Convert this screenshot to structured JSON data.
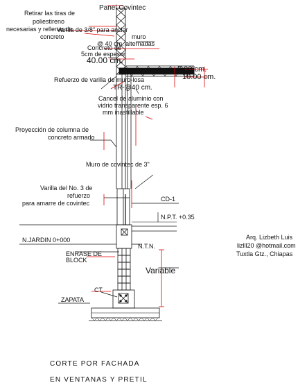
{
  "labels": {
    "panel_covintec": "Panel Covintec",
    "retirar_1": "Retirar las tiras de",
    "retirar_2": "poliestireno",
    "retirar_3": "necesarias y rellenar de",
    "retirar_4": "concreto",
    "varilla_anclar_1": "Varilla de 3/8\" para anclar",
    "varilla_anclar_2": "muro",
    "varilla_anclar_3": "@ 40 cm. alternadas",
    "concreto_1": "Concreto de",
    "concreto_2": "5cm de espesor",
    "dim_40": "40.00 cm.",
    "dim_5": "5.00 cm.",
    "dim_10": "10.00 cm.",
    "refuerzo_losa_1": "Refuerzo de varilla de muro-losa",
    "refuerzo_losa_2": "TR-@40 cm.",
    "cancel_1": "Cancel de aluminio con",
    "cancel_2": "vidrio transparente esp. 6",
    "cancel_3": "mm inastillable",
    "proyeccion_1": "Proyección de columna de",
    "proyeccion_2": "concreto armado",
    "muro_covintec": "Muro de covintec de 3\"",
    "varilla_no3_1": "Varilla del No. 3 de",
    "varilla_no3_2": "refuerzo",
    "varilla_no3_3": "para amarre de covintec",
    "cd1": "CD-1",
    "npt": "N.P.T. +0.35",
    "njardin": "N.JARDIN 0+000",
    "ntn": "N.T.N.",
    "enrase_1": "ENRASE DE",
    "enrase_2": "BLOCK",
    "variable": "Variable",
    "ct": "CT",
    "zapata": "ZAPATA",
    "title_1": "CORTE POR FACHADA",
    "title_2": "EN VENTANAS Y PRETIL"
  },
  "credits": {
    "name": "Arq. Lizbeth Luis",
    "email": "lizlll20 @hotmail.com",
    "city": "Tuxtla Gtz., Chiapas"
  },
  "colors": {
    "drawing": "#111111",
    "leader": "#e00000",
    "background": "#ffffff"
  }
}
